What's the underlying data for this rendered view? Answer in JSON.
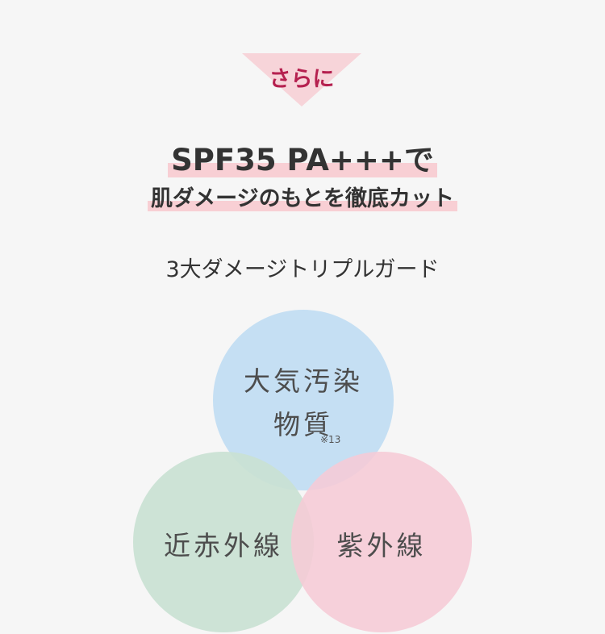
{
  "banner": "さらに",
  "headline1": "SPF35 PA+++で",
  "headline2": "肌ダメージのもとを徹底カット",
  "subtitle": "3大ダメージトリプルガード",
  "circles": {
    "top_line1": "大気汚染",
    "top_line2": "物質",
    "top_note": "※13",
    "left": "近赤外線",
    "right": "紫外線"
  },
  "colors": {
    "top": "#c5dff3",
    "left": "#c9e1d3",
    "right": "#f6cbd6",
    "accent": "#b5204f"
  }
}
